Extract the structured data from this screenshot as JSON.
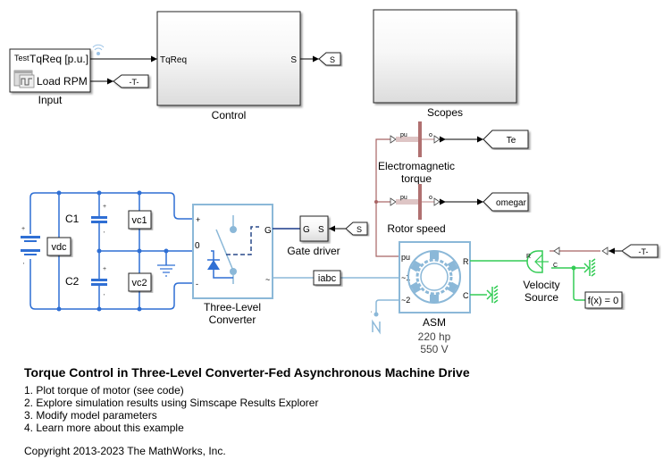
{
  "model": {
    "title": "Torque Control in Three-Level Converter-Fed Asynchronous Machine Drive",
    "links": [
      "1. Plot torque of motor (see code)",
      "2. Explore simulation results using Simscape Results Explorer",
      "3. Modify model parameters",
      "4. Learn more about this example"
    ],
    "copyright": "Copyright 2013-2023 The MathWorks, Inc."
  },
  "blocks": {
    "input": {
      "name": "Input",
      "badge": "Test",
      "port1": "TqReq [p.u.]",
      "port2": "Load RPM"
    },
    "control": {
      "name": "Control",
      "in_port": "TqReq",
      "out_port": "S"
    },
    "scopes": {
      "name": "Scopes"
    },
    "goto_s": "S",
    "from_t_input": "-T-",
    "em_torque": {
      "name_line1": "Electromagnetic",
      "name_line2": "torque",
      "in": "pu",
      "out": "o",
      "goto": "Te"
    },
    "rotor_speed": {
      "name": "Rotor speed",
      "in": "pu",
      "out": "o",
      "goto": "omegar"
    },
    "dc_bus": {
      "c1": "C1",
      "c2": "C2",
      "vdc": "vdc",
      "vc1": "vc1",
      "vc2": "vc2",
      "plus": "+",
      "minus": "'"
    },
    "converter": {
      "name_line1": "Three-Level",
      "name_line2": "Converter",
      "port_plus": "+",
      "port_zero": "0",
      "port_minus": "-",
      "port_g": "G",
      "port_ac": "~"
    },
    "gate_driver": {
      "name": "Gate driver",
      "in": "G",
      "out": "S",
      "from": "S"
    },
    "iabc": "iabc",
    "asm": {
      "name": "ASM",
      "rating_hp": "220 hp",
      "rating_v": "550 V",
      "port_pu": "pu",
      "port_1": "~1",
      "port_2": "~2",
      "port_r": "R",
      "port_c": "C"
    },
    "velocity_source": {
      "name_line1": "Velocity",
      "name_line2": "Source",
      "port_r": "R",
      "port_c": "C",
      "from": "-T-"
    },
    "solver": "f(x) = 0"
  },
  "colors": {
    "electrical": "#2f6fd4",
    "converter_line": "#8bb8d8",
    "mechanical": "#33cc55",
    "physical_signal": "#a86464",
    "signal": "#000000"
  }
}
